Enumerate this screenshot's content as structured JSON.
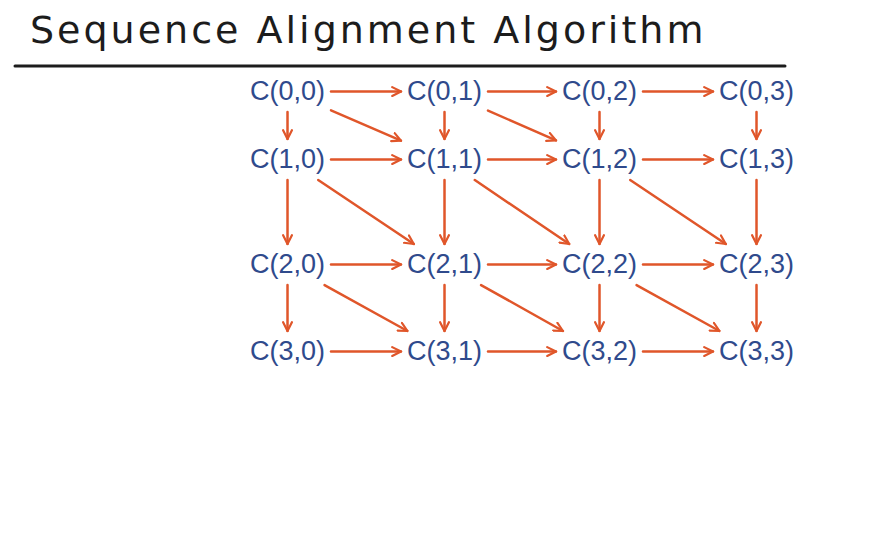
{
  "diagram": {
    "title": "Sequence Alignment Algorithm",
    "nodes": [
      {
        "text": [
          "C(0,0)"
        ]
      },
      {
        "text": [
          "C(0,1)"
        ]
      },
      {
        "text": [
          "C(0,2)"
        ]
      },
      {
        "text": [
          "C(0,3)"
        ]
      },
      {
        "text": [
          "C(1,0)"
        ]
      },
      {
        "text": [
          "C(1,1)"
        ]
      },
      {
        "text": [
          "C(1,2)"
        ]
      },
      {
        "text": [
          "C(1,3)"
        ]
      },
      {
        "text": [
          "C(2,0)"
        ]
      },
      {
        "text": [
          "C(2,1)"
        ]
      },
      {
        "text": [
          "C(2,2)"
        ]
      },
      {
        "text": [
          "C(2,3)"
        ]
      },
      {
        "text": [
          "C(3,0)"
        ]
      },
      {
        "text": [
          "C(3,1)"
        ]
      },
      {
        "text": [
          "C(3,2)"
        ]
      },
      {
        "text": [
          "C(3,3)"
        ]
      }
    ],
    "edges": [
      {
        "from": 0,
        "to": 1,
        "arrow": "to"
      },
      {
        "from": 1,
        "to": 2,
        "arrow": "to"
      },
      {
        "from": 2,
        "to": 3,
        "arrow": "to"
      },
      {
        "from": 4,
        "to": 5,
        "arrow": "to"
      },
      {
        "from": 5,
        "to": 6,
        "arrow": "to"
      },
      {
        "from": 6,
        "to": 7,
        "arrow": "to"
      },
      {
        "from": 8,
        "to": 9,
        "arrow": "to"
      },
      {
        "from": 9,
        "to": 10,
        "arrow": "to"
      },
      {
        "from": 10,
        "to": 11,
        "arrow": "to"
      },
      {
        "from": 12,
        "to": 13,
        "arrow": "to"
      },
      {
        "from": 13,
        "to": 14,
        "arrow": "to"
      },
      {
        "from": 14,
        "to": 15,
        "arrow": "to"
      },
      {
        "from": 0,
        "to": 4,
        "arrow": "to"
      },
      {
        "from": 4,
        "to": 8,
        "arrow": "to"
      },
      {
        "from": 8,
        "to": 12,
        "arrow": "to"
      },
      {
        "from": 1,
        "to": 5,
        "arrow": "to"
      },
      {
        "from": 5,
        "to": 9,
        "arrow": "to"
      },
      {
        "from": 9,
        "to": 13,
        "arrow": "to"
      },
      {
        "from": 2,
        "to": 6,
        "arrow": "to"
      },
      {
        "from": 6,
        "to": 10,
        "arrow": "to"
      },
      {
        "from": 10,
        "to": 14,
        "arrow": "to"
      },
      {
        "from": 3,
        "to": 7,
        "arrow": "to"
      },
      {
        "from": 7,
        "to": 11,
        "arrow": "to"
      },
      {
        "from": 11,
        "to": 15,
        "arrow": "to"
      },
      {
        "from": 0,
        "to": 5,
        "arrow": "to"
      },
      {
        "from": 1,
        "to": 6,
        "arrow": "to"
      },
      {
        "from": 4,
        "to": 9,
        "arrow": "to"
      },
      {
        "from": 5,
        "to": 10,
        "arrow": "to"
      },
      {
        "from": 6,
        "to": 11,
        "arrow": "to"
      },
      {
        "from": 8,
        "to": 13,
        "arrow": "to"
      },
      {
        "from": 9,
        "to": 14,
        "arrow": "to"
      },
      {
        "from": 10,
        "to": 15,
        "arrow": "to"
      }
    ]
  }
}
